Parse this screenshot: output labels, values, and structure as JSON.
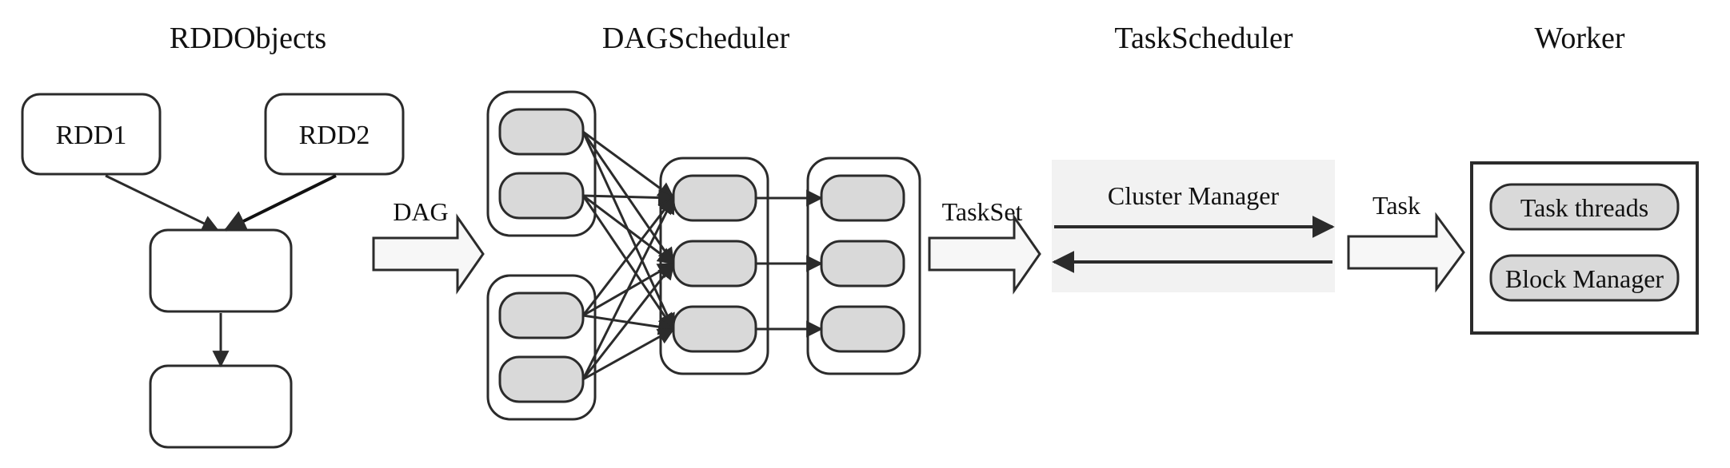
{
  "titles": {
    "rdd_objects": "RDDObjects",
    "dag_scheduler": "DAGScheduler",
    "task_scheduler": "TaskScheduler",
    "worker": "Worker"
  },
  "rdd_objects": {
    "rdd1": "RDD1",
    "rdd2": "RDD2"
  },
  "arrows": {
    "dag": "DAG",
    "taskset": "TaskSet",
    "task": "Task"
  },
  "task_scheduler": {
    "cluster_manager": "Cluster Manager"
  },
  "worker": {
    "task_threads": "Task threads",
    "block_manager": "Block Manager"
  },
  "colors": {
    "stroke": "#2b2b2b",
    "node_fill": "#d9d9d9",
    "cluster_bg": "#f2f2f2",
    "arrow_fill": "#f7f7f7"
  }
}
